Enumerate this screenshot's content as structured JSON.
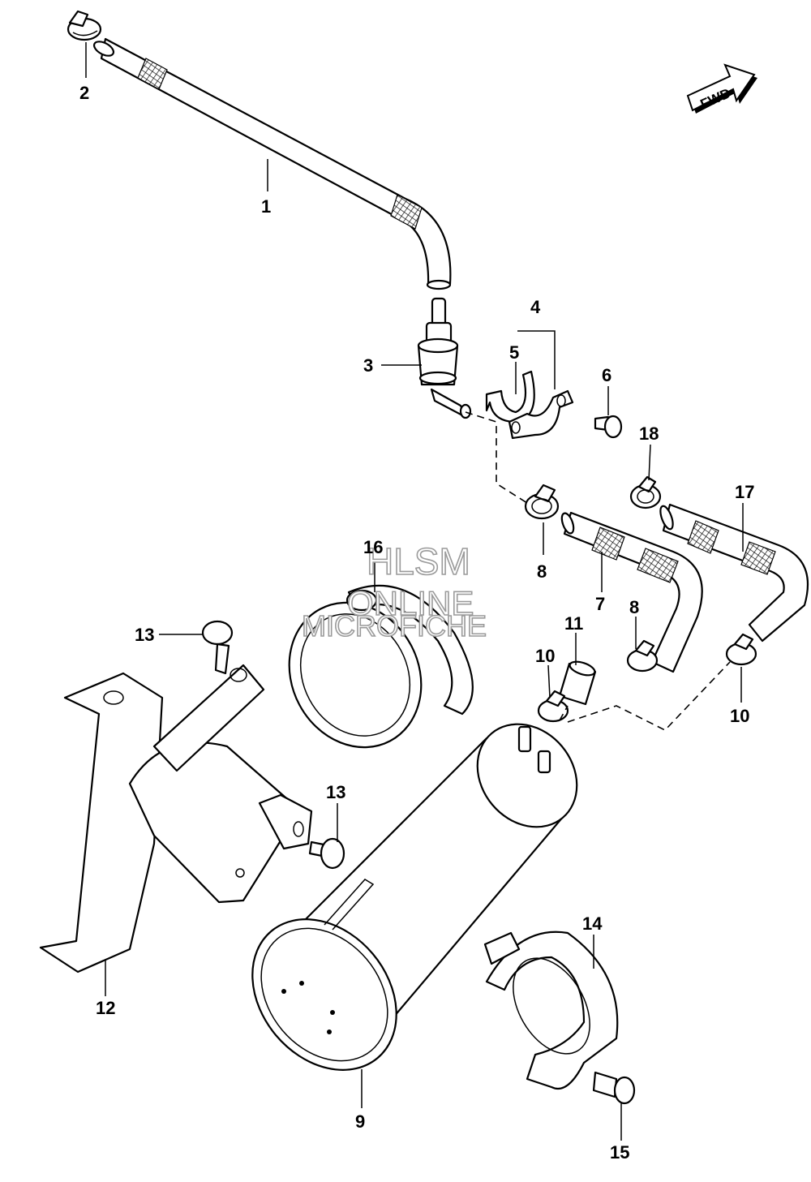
{
  "diagram": {
    "fwd_label": "FWD",
    "watermark": {
      "line1": "HLSM",
      "line2": "ONLINE",
      "line3": "MICROFICHE"
    },
    "callouts": [
      "1",
      "2",
      "3",
      "4",
      "5",
      "6",
      "7",
      "8",
      "8",
      "9",
      "10",
      "10",
      "11",
      "12",
      "13",
      "13",
      "14",
      "15",
      "16",
      "17",
      "18"
    ]
  }
}
